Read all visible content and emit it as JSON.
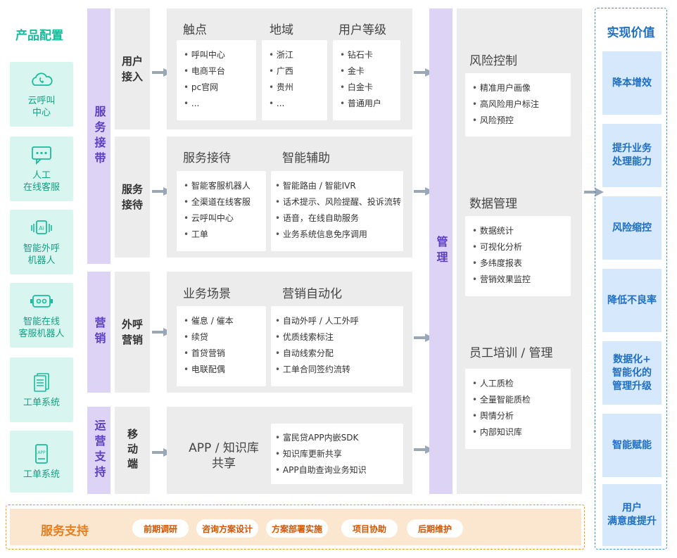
{
  "product_config": {
    "title": "产品配置",
    "items": [
      {
        "icon": "phone-cloud-icon",
        "label": "云呼叫\n中心"
      },
      {
        "icon": "chat-bubble-icon",
        "label": "人工\n在线客服"
      },
      {
        "icon": "ai-voice-icon",
        "label": "智能外呼\n机器人"
      },
      {
        "icon": "robot-icon",
        "label": "智能在线\n客服机器人"
      },
      {
        "icon": "document-icon",
        "label": "工单系统"
      },
      {
        "icon": "app-icon",
        "label": "工单系统"
      }
    ]
  },
  "categories": {
    "service": "服务接带",
    "marketing": "营销",
    "operations": "运营支持"
  },
  "subcategories": {
    "user_access": "用户\n接入",
    "service_reception": "服务\n接待",
    "outbound_marketing": "外呼\n营销",
    "mobile": "移动端"
  },
  "sections": {
    "touchpoints": {
      "title": "触点",
      "items": [
        "呼叫中心",
        "电商平台",
        "pc官网",
        "..."
      ]
    },
    "region": {
      "title": "地域",
      "items": [
        "浙江",
        "广西",
        "贵州",
        "..."
      ]
    },
    "user_level": {
      "title": "用户等级",
      "items": [
        "钻石卡",
        "金卡",
        "白金卡",
        "普通用户"
      ]
    },
    "service_reception": {
      "title": "服务接待",
      "items": [
        "智能客服机器人",
        "全渠道在线客服",
        "云呼叫中心",
        "工单"
      ]
    },
    "smart_assist": {
      "title": "智能辅助",
      "items": [
        "智能路由 / 智能IVR",
        "话术提示、风险提醒、投诉流转",
        "语音，在线自助服务",
        "业务系统信息免序调用"
      ]
    },
    "business_scene": {
      "title": "业务场景",
      "items": [
        "催息 / 催本",
        "续贷",
        "首贷营销",
        "电联配偶"
      ]
    },
    "marketing_auto": {
      "title": "营销自动化",
      "items": [
        "自动外呼 / 人工外呼",
        "优质线索标注",
        "自动线索分配",
        "工单合同签约流转"
      ]
    },
    "app_knowledge": {
      "title": "APP / 知识库\n共享",
      "items": [
        "富民贷APP内嵌SDK",
        "知识库更新共享",
        "APP自助查询业务知识"
      ]
    }
  },
  "management": {
    "label": "管理",
    "risk": {
      "title": "风险控制",
      "items": [
        "精准用户画像",
        "高风险用户标注",
        "风险预控"
      ]
    },
    "data": {
      "title": "数据管理",
      "items": [
        "数据统计",
        "可视化分析",
        "多纬度报表",
        "营销效果监控"
      ]
    },
    "staff": {
      "title": "员工培训 / 管理",
      "items": [
        "人工质检",
        "全量智能质检",
        "舆情分析",
        "内部知识库"
      ]
    }
  },
  "value": {
    "title": "实现价值",
    "items": [
      "降本增效",
      "提升业务\n处理能力",
      "风险缩控",
      "降低不良率",
      "数据化+\n智能化的\n管理升级",
      "智能赋能",
      "用户\n满意度提升"
    ]
  },
  "service_support": {
    "title": "服务支持",
    "steps": [
      "前期调研",
      "咨询方案设计",
      "方案部署实施",
      "项目协助",
      "后期维护"
    ]
  },
  "colors": {
    "teal": "#1abc9c",
    "purple": "#dcd3f5",
    "blue": "#1f6fc4",
    "orange": "#f39c12"
  }
}
